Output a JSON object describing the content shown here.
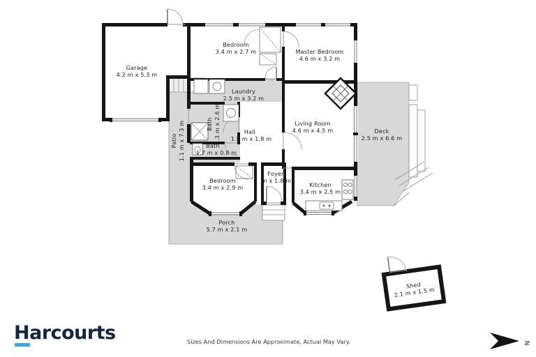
{
  "rooms": {
    "garage": {
      "name": "Garage",
      "dims": "4.2 m x 5.3 m"
    },
    "bedroom_top": {
      "name": "Bedroom",
      "dims": "3.4 m x 2.7 m"
    },
    "master_bedroom": {
      "name": "Master Bedroom",
      "dims": "4.6 m x 3.2 m"
    },
    "laundry": {
      "name": "Laundry",
      "dims": "2.5 m x 3.2 m"
    },
    "living_room": {
      "name": "Living Room",
      "dims": "4.6 m x 4.5 m"
    },
    "deck": {
      "name": "Deck",
      "dims": "2.5 m x 6.6 m"
    },
    "bath": {
      "name": "Bath",
      "dims": "2.3 m x 2.6 m"
    },
    "hall": {
      "name": "Hall",
      "dims": "1.5 m x 1.8 m"
    },
    "patio": {
      "name": "Patio",
      "dims": "1.1 m x 7.3 m"
    },
    "bath_small": {
      "name": "Bath",
      "dims": "1.7 m x 0.8 m"
    },
    "bedroom_bottom": {
      "name": "Bedroom",
      "dims": "3.4 m x 2.9 m"
    },
    "foyer": {
      "name": "Foyer",
      "dims": "m x 1.8 m"
    },
    "kitchen": {
      "name": "Kitchen",
      "dims": "3.4 m x 2.5 m"
    },
    "porch": {
      "name": "Porch",
      "dims": "5.7 m x 2.1 m"
    },
    "shed": {
      "name": "Shed",
      "dims": "2.1 m x 1.5 m"
    }
  },
  "footer": {
    "brand": "Harcourts",
    "disclaimer": "Sizes And Dimensions Are Approximate, Actual May Vary.",
    "north_label": "N"
  },
  "colors": {
    "wall": "#161616",
    "outdoor_fill": "#d8d8d8",
    "brand_navy": "#152640",
    "brand_blue": "#44a3dd"
  }
}
